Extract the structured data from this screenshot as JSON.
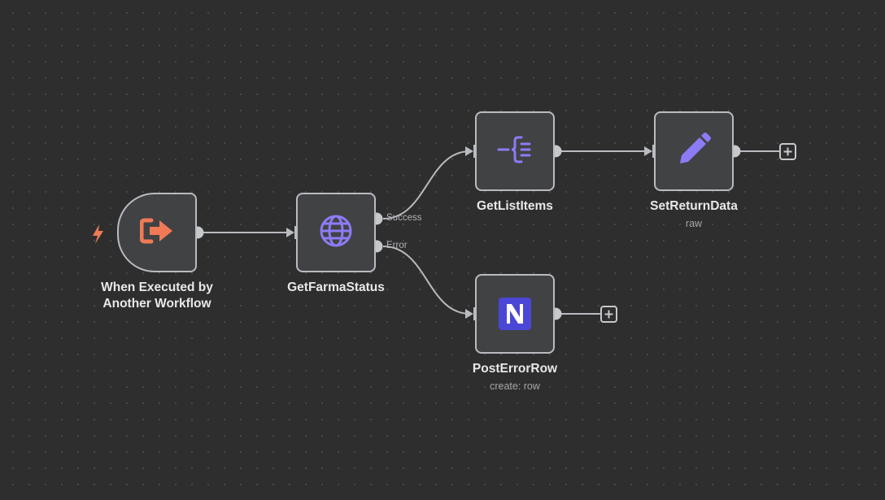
{
  "workflow": {
    "nodes": {
      "trigger": {
        "title_line1": "When Executed by",
        "title_line2": "Another Workflow",
        "icon": "exit-arrow-icon"
      },
      "get_farma_status": {
        "title": "GetFarmaStatus",
        "icon": "globe-icon"
      },
      "get_list_items": {
        "title": "GetListItems",
        "icon": "split-out-icon"
      },
      "set_return_data": {
        "title": "SetReturnData",
        "subtitle": "raw",
        "icon": "pencil-icon"
      },
      "post_error_row": {
        "title": "PostErrorRow",
        "subtitle": "create: row",
        "icon": "notion-icon"
      }
    },
    "outputs": {
      "success_label": "Success",
      "error_label": "Error"
    }
  },
  "colors": {
    "canvas_bg": "#2e2e2e",
    "node_bg": "#414244",
    "node_border": "#b9bbc0",
    "edge": "#b9bbc0",
    "trigger_accent": "#ef7a55",
    "purple_accent": "#8b7cf6",
    "notion_bg": "#4b47d6"
  }
}
